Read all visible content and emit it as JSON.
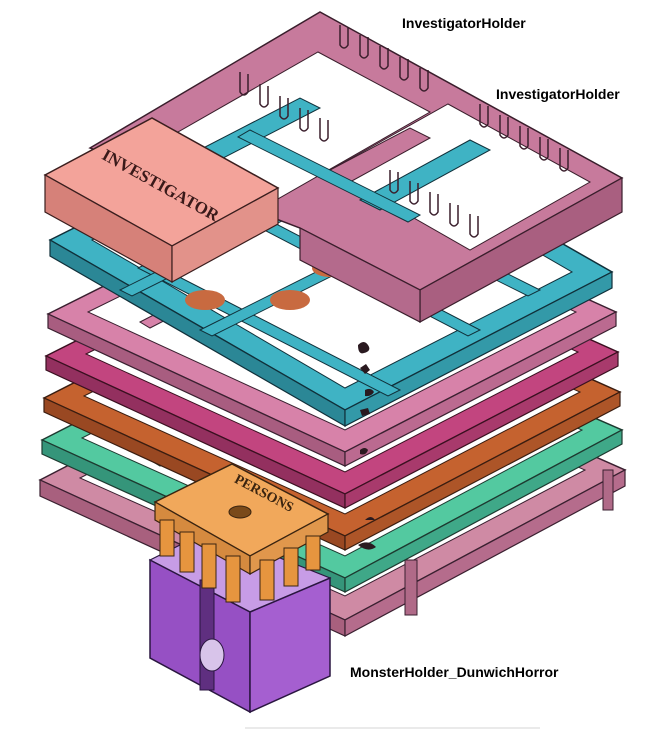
{
  "labels": {
    "investigator_holder_1": "InvestigatorHolder",
    "investigator_holder_2": "InvestigatorHolder",
    "monster_holder": "MonsterHolder_DunwichHorror"
  },
  "box_lids": {
    "investigator": "INVESTIGATOR",
    "persons": "PERSONS"
  },
  "colors": {
    "investigator_holder": "#c77a9c",
    "investigator_box": "#f3a39a",
    "layer_teal_top": "#3fb3c4",
    "layer_pink": "#d782a9",
    "layer_magenta": "#c2457f",
    "layer_orange": "#c5622f",
    "layer_mint": "#53c9a0",
    "layer_bottom_pink": "#cf8aa4",
    "persons_box": "#f1a85b",
    "monster_holder": "#a55fd0"
  }
}
